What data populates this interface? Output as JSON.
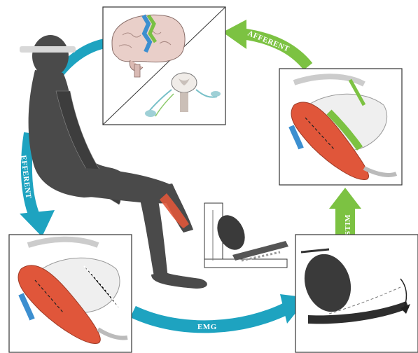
{
  "labels": {
    "afferent": "AFFERENT",
    "efferent": "EFFERENT",
    "emg": "EMG",
    "stim": "STIM"
  },
  "colors": {
    "blue_arrow": "#1ea3c0",
    "green_arrow": "#7cc242",
    "muscle": "#e0563a",
    "body": "#4a4a4a",
    "panel_border": "#333333"
  },
  "icons": [
    "brain-icon",
    "spinal-cord-icon",
    "human-figure",
    "foot-pedal-device",
    "muscle-panel",
    "ankle-panel"
  ]
}
